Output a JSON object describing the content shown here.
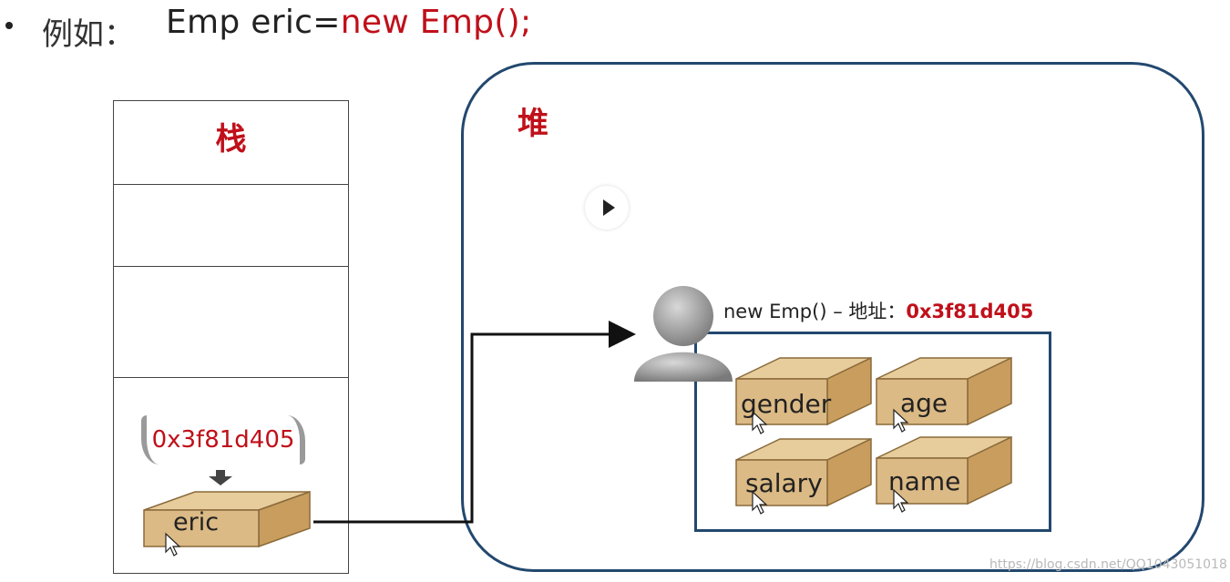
{
  "header": {
    "prefix": "例如：",
    "code_plain": "Emp eric=",
    "code_red": "new Emp();"
  },
  "stack": {
    "label": "栈",
    "pointer_value": "0x3f81d405",
    "var_name": "eric"
  },
  "heap": {
    "label": "堆",
    "object_title": "new Emp() – 地址：",
    "object_address": "0x3f81d405",
    "fields": [
      "gender",
      "age",
      "salary",
      "name"
    ]
  },
  "watermark": "https://blog.csdn.net/QQ1043051018",
  "colors": {
    "accent_red": "#c0101a",
    "heap_border": "#23486e",
    "box_front": "#dcba85",
    "box_top": "#e7cc9c",
    "box_side": "#c89d5e",
    "box_stroke": "#8a6a3a"
  },
  "icons": [
    "person-icon",
    "play-icon",
    "cursor-icon",
    "arrow-down-icon"
  ]
}
